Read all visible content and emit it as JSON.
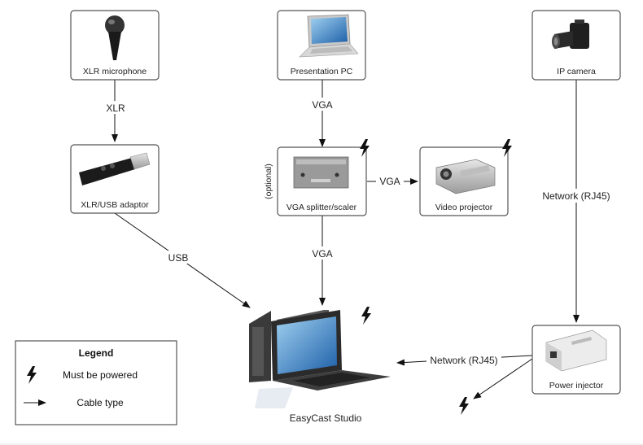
{
  "nodes": {
    "xlr_microphone": "XLR microphone",
    "xlr_usb_adaptor": "XLR/USB adaptor",
    "presentation_pc": "Presentation PC",
    "vga_splitter": "VGA splitter/scaler",
    "video_projector": "Video projector",
    "ip_camera": "IP camera",
    "power_injector": "Power injector",
    "easycast_studio": "EasyCast Studio"
  },
  "edges": {
    "xlr": "XLR",
    "vga_pc_splitter": "VGA",
    "vga_splitter_projector": "VGA",
    "vga_splitter_studio": "VGA",
    "usb": "USB",
    "network_camera": "Network (RJ45)",
    "network_injector": "Network (RJ45)"
  },
  "annotations": {
    "optional": "(optional)"
  },
  "legend": {
    "title": "Legend",
    "powered": "Must be powered",
    "cable": "Cable type"
  },
  "icons": {
    "power": "lightning-bolt-icon",
    "cable": "arrow-icon"
  }
}
